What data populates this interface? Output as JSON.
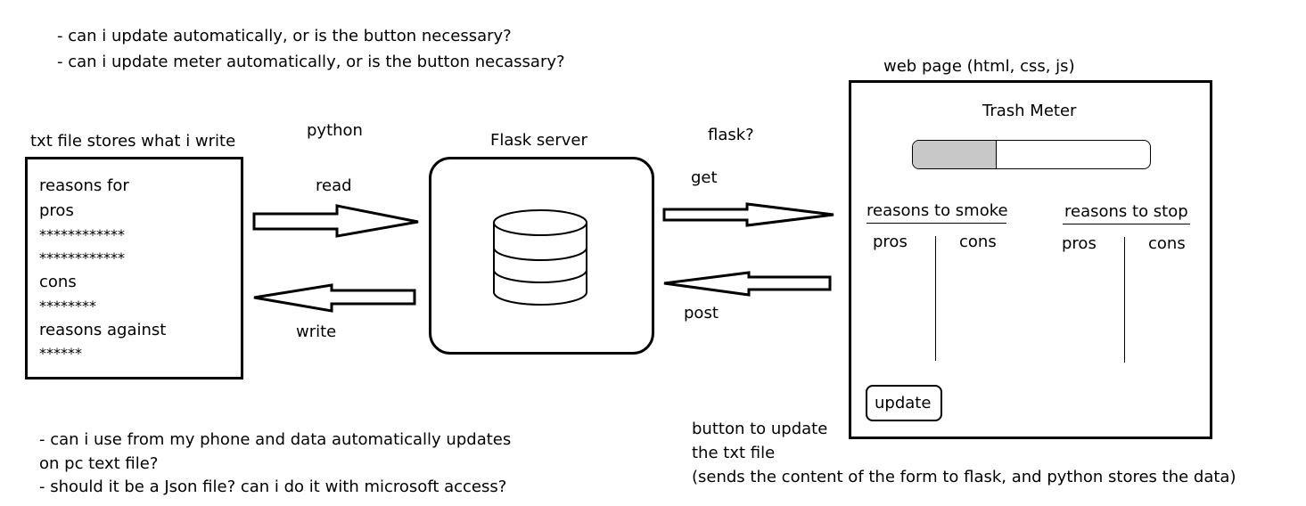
{
  "notes_top": [
    "- can i update automatically, or is the button necessary?",
    "- can i update meter automatically, or is the button necassary?"
  ],
  "txt_file": {
    "title": "txt file stores what i write",
    "lines": [
      "reasons for",
      "pros",
      "************",
      "************",
      "cons",
      "********",
      "reasons against",
      "******"
    ]
  },
  "left_arrows": {
    "python": "python",
    "read": "read",
    "write": "write"
  },
  "server": {
    "title": "Flask server",
    "icon": "database-icon"
  },
  "right_arrows": {
    "flask_q": "flask?",
    "get": "get",
    "post": "post"
  },
  "web_page": {
    "title": "web page (html, css, js)",
    "meter_title": "Trash Meter",
    "meter_level": 0.35,
    "meter_fill_color": "#c8c8c8",
    "smoke": {
      "heading": "reasons to smoke",
      "pros": "pros",
      "cons": "cons"
    },
    "stop": {
      "heading": "reasons to stop",
      "pros": "pros",
      "cons": "cons"
    },
    "update_button": "update"
  },
  "button_note": [
    "button to update",
    "the txt file",
    "(sends the content of the form to flask, and python stores the data)"
  ],
  "notes_bottom": [
    "- can i use from my phone and data automatically updates",
    "on pc text file?",
    "- should it be a Json file?  can i do it with microsoft access?"
  ]
}
